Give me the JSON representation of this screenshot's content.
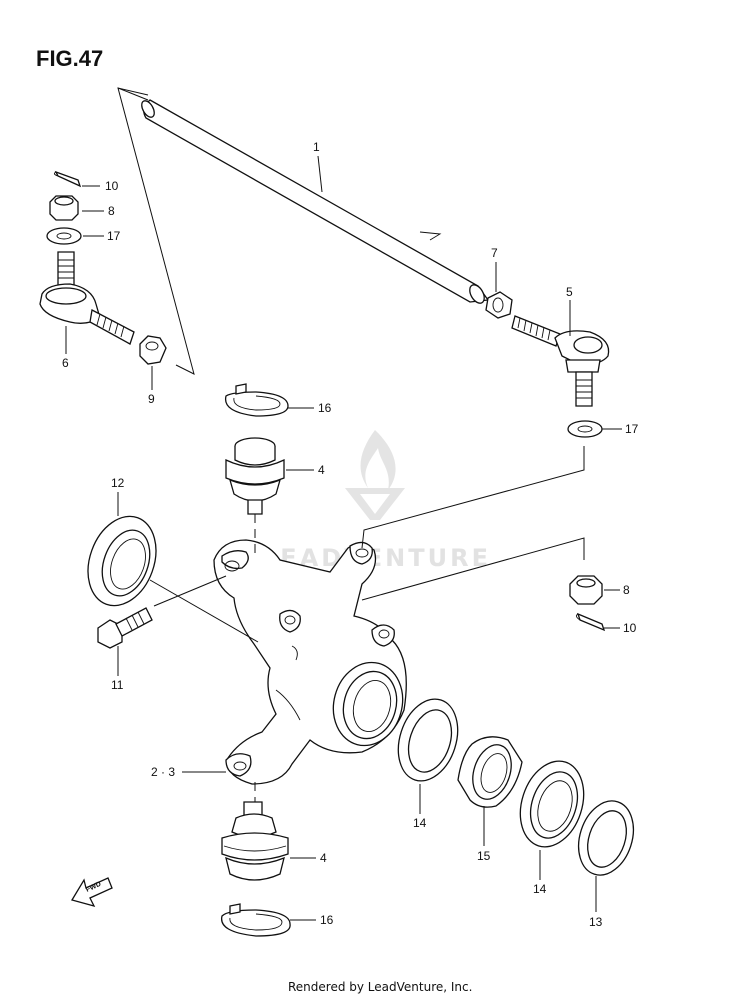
{
  "figure": {
    "title": "FIG.47"
  },
  "watermark": {
    "text": "LEADVENTURE"
  },
  "fwd_label": "FWD",
  "callouts": {
    "c1": "1",
    "c4a": "4",
    "c4b": "4",
    "c5": "5",
    "c6": "6",
    "c7": "7",
    "c8a": "8",
    "c8b": "8",
    "c9": "9",
    "c10a": "10",
    "c10b": "10",
    "c11": "11",
    "c12": "12",
    "c13": "13",
    "c14a": "14",
    "c14b": "14",
    "c15": "15",
    "c16a": "16",
    "c16b": "16",
    "c17a": "17",
    "c17b": "17",
    "c23": "2 · 3"
  },
  "footer": {
    "text": "Rendered by LeadVenture, Inc."
  }
}
